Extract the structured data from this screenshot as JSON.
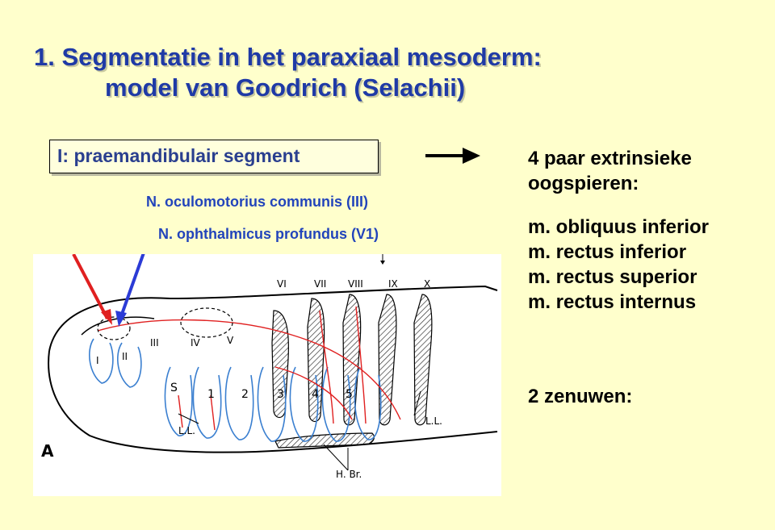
{
  "title": {
    "line1": "1. Segmentatie in het paraxiaal mesoderm:",
    "line2": "model van Goodrich (Selachii)"
  },
  "segment_box": {
    "label": "I: praemandibulair segment"
  },
  "nerves": {
    "n1": "N. oculomotorius communis (III)",
    "n2": "N. ophthalmicus profundus (V1)"
  },
  "right_panel": {
    "heading_line1": "4 paar extrinsieke",
    "heading_line2": "oogspieren:",
    "muscles": [
      "m. obliquus inferior",
      "m. rectus inferior",
      "m. rectus superior",
      "m. rectus internus"
    ],
    "nerves_heading": "2 zenuwen:"
  },
  "figure": {
    "panel_letter": "A",
    "roman_top": [
      "VI",
      "VII",
      "VIII",
      "IX",
      "X"
    ],
    "roman_left": [
      "I",
      "II",
      "III",
      "IV",
      "V"
    ],
    "numbers": [
      "S",
      "1",
      "2",
      "3",
      "4",
      "5"
    ],
    "ll_left": "L.L.",
    "ll_right": "L.L.",
    "hbr": "H. Br."
  },
  "colors": {
    "title": "#1f3aa6",
    "nerve_text": "#2244bb",
    "red_arrow": "#e02020",
    "blue_arrow": "#2b3bd6",
    "background": "#ffffcc"
  }
}
